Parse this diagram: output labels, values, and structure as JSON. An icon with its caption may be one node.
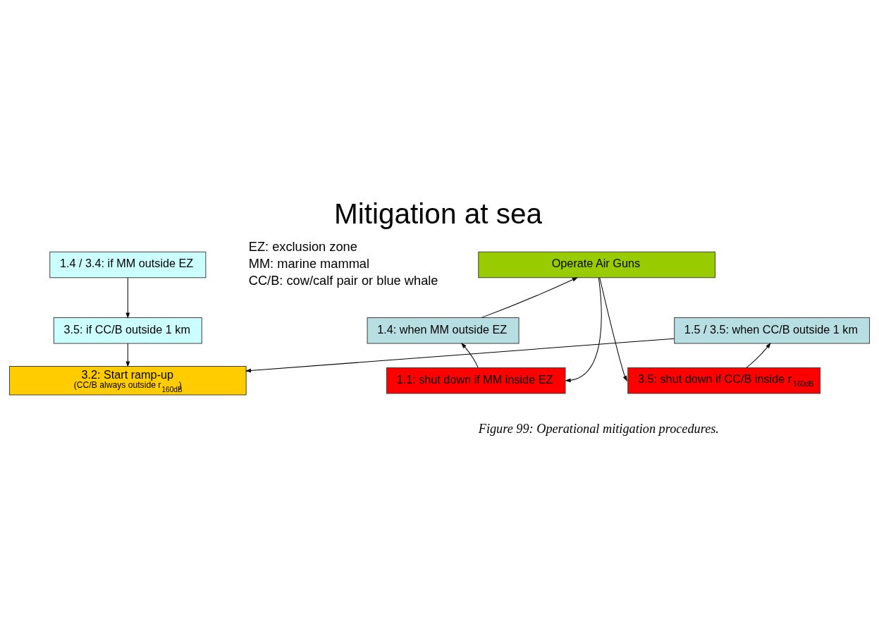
{
  "diagram": {
    "title": "Mitigation at sea",
    "caption": "Figure 99: Operational mitigation procedures.",
    "nodes": [
      {
        "text": [
          "1.4 / 3.4: if MM outside EZ"
        ]
      },
      {
        "text": [
          "3.5: if CC/B outside 1 km"
        ]
      },
      {
        "text": [
          "3.2: Start ramp-up",
          "(CC/B always outside r$_{160dB}$)"
        ]
      },
      {
        "text": [
          "Operate Air Guns"
        ]
      },
      {
        "text": [
          "1.4: when MM outside EZ"
        ]
      },
      {
        "text": [
          "1.5 / 3.5: when CC/B outside 1 km"
        ]
      },
      {
        "text": [
          "1.1: shut down if MM inside EZ"
        ]
      },
      {
        "text": [
          "3.5: shut down if CC/B inside r$_{160dB}$"
        ]
      }
    ],
    "edges": [
      {
        "from": 0,
        "to": 1,
        "arrow": "to"
      },
      {
        "from": 1,
        "to": 2,
        "arrow": "to"
      },
      {
        "from": 3,
        "to": 6,
        "arrow": "to"
      },
      {
        "from": 3,
        "to": 7,
        "arrow": "to"
      },
      {
        "from": 6,
        "to": 4,
        "arrow": "to"
      },
      {
        "from": 4,
        "to": 3,
        "arrow": "to"
      },
      {
        "from": 7,
        "to": 5,
        "arrow": "to"
      },
      {
        "from": 5,
        "to": 2,
        "arrow": "to"
      }
    ],
    "labels": [
      "EZ: exclusion zone",
      "MM: marine mammal",
      "CC/B: cow/calf pair or blue whale"
    ]
  }
}
